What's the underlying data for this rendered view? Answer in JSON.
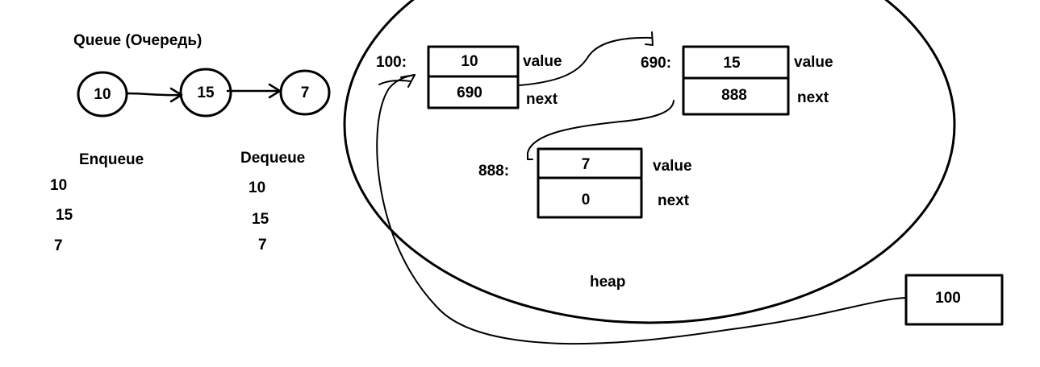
{
  "queue": {
    "title": "Queue (Очередь)",
    "nodes": [
      "10",
      "15",
      "7"
    ]
  },
  "enqueue": {
    "header": "Enqueue",
    "items": [
      "10",
      "15",
      "7"
    ]
  },
  "dequeue": {
    "header": "Dequeue",
    "items": [
      "10",
      "15",
      "7"
    ]
  },
  "heap": {
    "label": "heap",
    "blocks": [
      {
        "address": "100:",
        "value": "10",
        "next": "690",
        "value_label": "value",
        "next_label": "next"
      },
      {
        "address": "690:",
        "value": "15",
        "next": "888",
        "value_label": "value",
        "next_label": "next"
      },
      {
        "address": "888:",
        "value": "7",
        "next": "0",
        "value_label": "value",
        "next_label": "next"
      }
    ]
  },
  "head_pointer": {
    "value": "100"
  }
}
